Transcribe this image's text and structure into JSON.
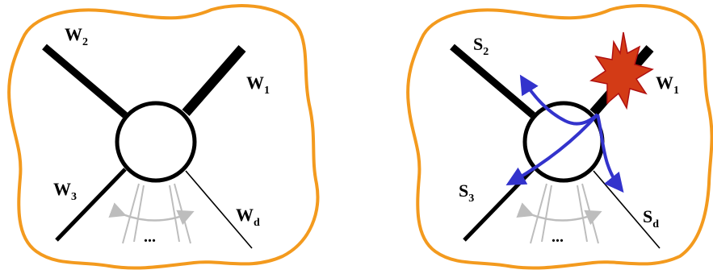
{
  "left_panel": {
    "labels": {
      "w2": {
        "main": "W",
        "sub": "2"
      },
      "w1": {
        "main": "W",
        "sub": "1"
      },
      "w3": {
        "main": "W",
        "sub": "3"
      },
      "wd": {
        "main": "W",
        "sub": "d"
      },
      "dots": "..."
    }
  },
  "right_panel": {
    "labels": {
      "s2": {
        "main": "S",
        "sub": "2"
      },
      "w1": {
        "main": "W",
        "sub": "1"
      },
      "s3": {
        "main": "S",
        "sub": "3"
      },
      "sd": {
        "main": "S",
        "sub": "d"
      },
      "dots": "..."
    }
  },
  "colors": {
    "boundary": "#F39A1E",
    "branch": "#000000",
    "rotation_arrows": "#BDBDBD",
    "flow_arrows": "#3333CC",
    "explosion_fill": "#D33B16",
    "explosion_stroke": "#B01010"
  },
  "icons": [
    "explosion-icon"
  ]
}
